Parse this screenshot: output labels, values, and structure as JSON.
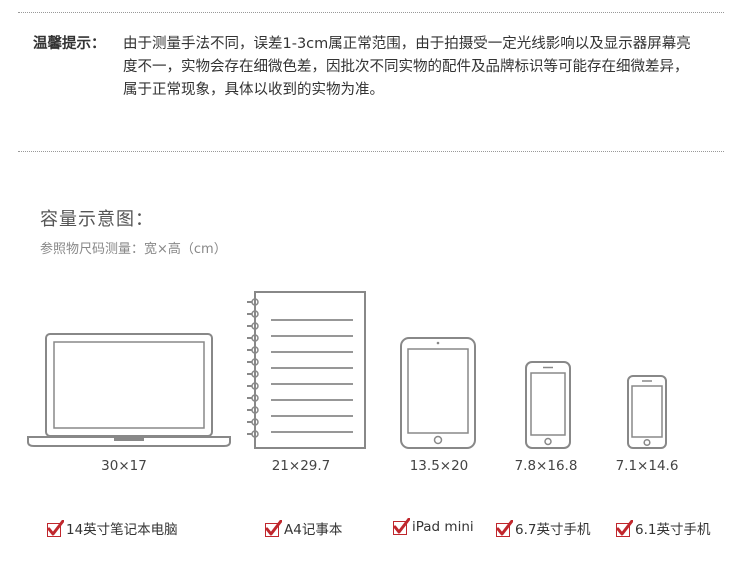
{
  "notice": {
    "label": "温馨提示：",
    "text": "由于测量手法不同，误差1-3cm属正常范围，由于拍摄受一定光线影响以及显示器屏幕亮度不一，实物会存在细微色差，因批次不同实物的配件及品牌标识等可能存在细微差异，属于正常现象，具体以收到的实物为准。"
  },
  "capacity": {
    "title": "容量示意图：",
    "subtitle": "参照物尺码测量：宽×高（cm）"
  },
  "devices": [
    {
      "dims": "30×17",
      "label": "14英寸笔记本电脑"
    },
    {
      "dims": "21×29.7",
      "label": "A4记事本"
    },
    {
      "dims": "13.5×20",
      "label": "iPad mini"
    },
    {
      "dims": "7.8×16.8",
      "label": "6.7英寸手机"
    },
    {
      "dims": "7.1×14.6",
      "label": "6.1英寸手机"
    }
  ],
  "colors": {
    "check": "#c0272d",
    "outline": "#888888"
  }
}
